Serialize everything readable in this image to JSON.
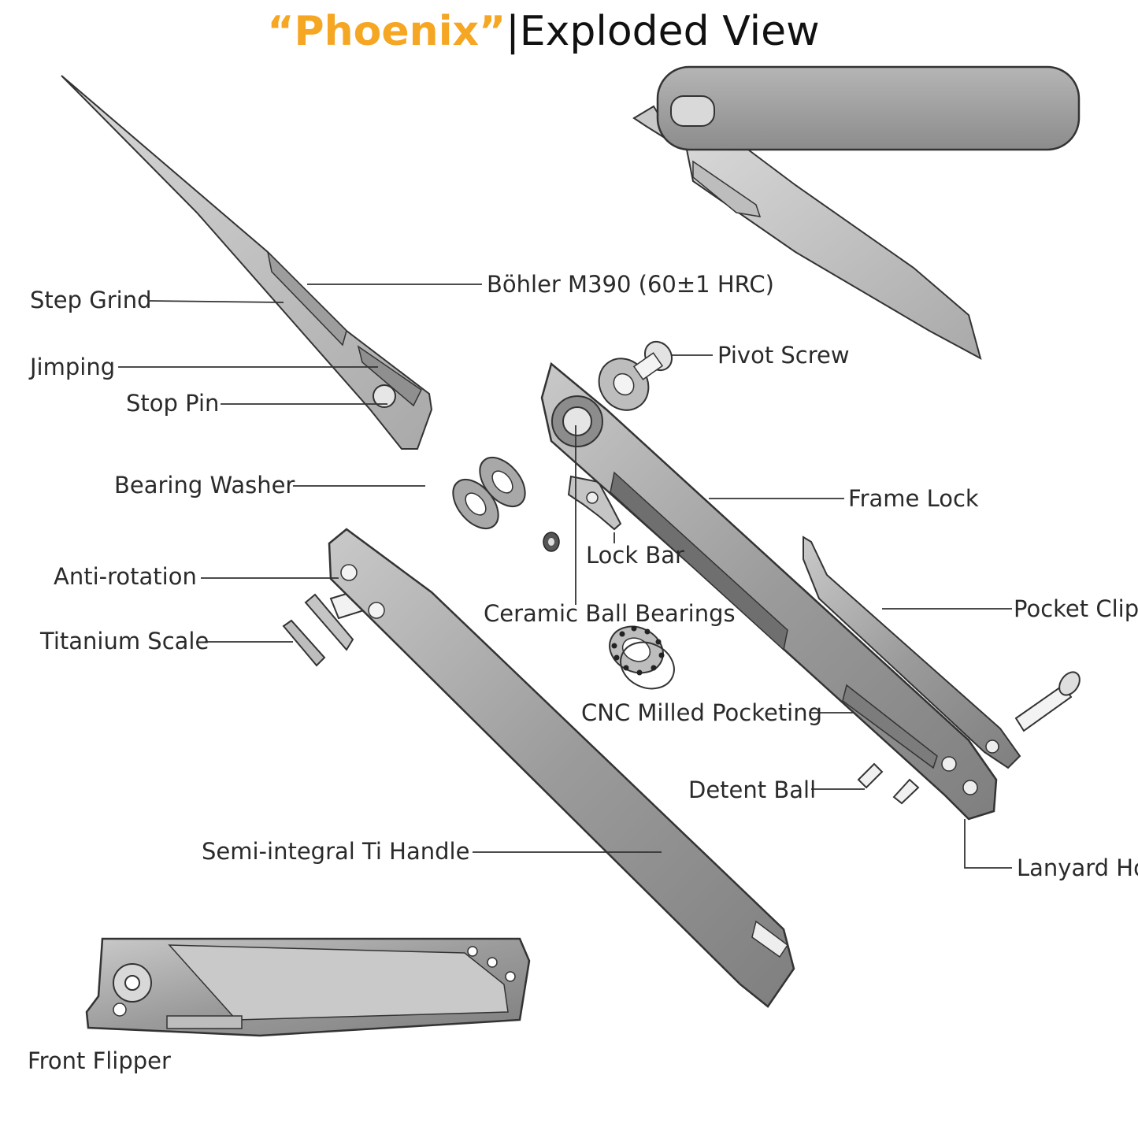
{
  "title": {
    "brand": "“Phoenix”",
    "separator": "|",
    "rest": "Exploded View",
    "brand_color": "#f5a623"
  },
  "labels": {
    "step_grind": "Step Grind",
    "blade_steel": "Böhler M390 (60±1 HRC)",
    "jimping": "Jimping",
    "stop_pin": "Stop Pin",
    "pivot_screw": "Pivot Screw",
    "bearing_washer": "Bearing Washer",
    "frame_lock": "Frame Lock",
    "lock_bar": "Lock Bar",
    "anti_rotation": "Anti-rotation",
    "ceramic_ball_bearings": "Ceramic Ball Bearings",
    "pocket_clip": "Pocket Clip",
    "titanium_scale": "Titanium Scale",
    "cnc_milled_pocketing": "CNC Milled Pocketing",
    "detent_ball": "Detent Ball",
    "semi_integral_handle": "Semi-integral Ti Handle",
    "lanyard_hole": "Lanyard Ho",
    "front_flipper": "Front Flipper"
  }
}
